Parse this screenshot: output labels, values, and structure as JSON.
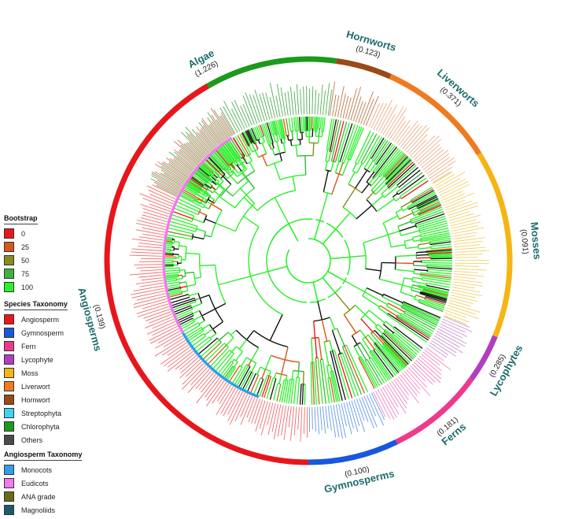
{
  "legends": {
    "bootstrap": {
      "title": "Bootstrap",
      "items": [
        {
          "label": "0",
          "color": "#e8161c"
        },
        {
          "label": "25",
          "color": "#d4581a"
        },
        {
          "label": "50",
          "color": "#8a8a1e"
        },
        {
          "label": "75",
          "color": "#3cb43c"
        },
        {
          "label": "100",
          "color": "#2cf02c"
        }
      ]
    },
    "species": {
      "title": "Species Taxonomy",
      "items": [
        {
          "label": "Angiosperm",
          "color": "#e8161c"
        },
        {
          "label": "Gymnosperm",
          "color": "#1857e0"
        },
        {
          "label": "Fern",
          "color": "#ee3a8c"
        },
        {
          "label": "Lycophyte",
          "color": "#b03fbf"
        },
        {
          "label": "Moss",
          "color": "#f5b514"
        },
        {
          "label": "Liverwort",
          "color": "#f07a1e"
        },
        {
          "label": "Hornwort",
          "color": "#9a4a16"
        },
        {
          "label": "Streptophyta",
          "color": "#3fd3ee"
        },
        {
          "label": "Chlorophyta",
          "color": "#1c9a1c"
        },
        {
          "label": "Others",
          "color": "#4a4a4a"
        }
      ]
    },
    "angiosperm": {
      "title": "Angiosperm Taxonomy",
      "items": [
        {
          "label": "Monocots",
          "color": "#2ea0ea"
        },
        {
          "label": "Eudicots",
          "color": "#f07af0"
        },
        {
          "label": "ANA grade",
          "color": "#6b6b16"
        },
        {
          "label": "Magnoliids",
          "color": "#1c5a6b"
        }
      ]
    }
  },
  "clades": [
    {
      "name": "Algae",
      "value": "(1.226)",
      "color": "#1c9a1c",
      "leaf_color": "#33a133",
      "start_deg": -64,
      "end_deg": 8
    },
    {
      "name": "Hornworts",
      "value": "(0.123)",
      "color": "#9a4a16",
      "leaf_color": "#b0602a",
      "start_deg": 8,
      "end_deg": 24
    },
    {
      "name": "Liverworts",
      "value": "(0.371)",
      "color": "#f07a1e",
      "leaf_color": "#e8a070",
      "start_deg": 24,
      "end_deg": 58
    },
    {
      "name": "Mosses",
      "value": "(0.091)",
      "color": "#f5b514",
      "leaf_color": "#f0c850",
      "start_deg": 58,
      "end_deg": 112
    },
    {
      "name": "Lycophytes",
      "value": "(0.285)",
      "color": "#b03fbf",
      "leaf_color": "#c080d0",
      "start_deg": 112,
      "end_deg": 126
    },
    {
      "name": "Ferns",
      "value": "(0.181)",
      "color": "#ee3a8c",
      "leaf_color": "#f070b0",
      "start_deg": 126,
      "end_deg": 154
    },
    {
      "name": "Gymnosperms",
      "value": "(0.100)",
      "color": "#1857e0",
      "leaf_color": "#4a86e8",
      "start_deg": 154,
      "end_deg": 180
    },
    {
      "name": "Angiosperms",
      "value": "(0.139)",
      "color": "#e8161c",
      "leaf_color": "#f05050",
      "start_deg": 180,
      "end_deg": 330
    }
  ],
  "inner_rings": [
    {
      "label": "Eudicots",
      "color": "#f07af0",
      "start_deg": 240,
      "end_deg": 328
    },
    {
      "label": "Monocots",
      "color": "#2ea0ea",
      "start_deg": 200,
      "end_deg": 240
    }
  ]
}
